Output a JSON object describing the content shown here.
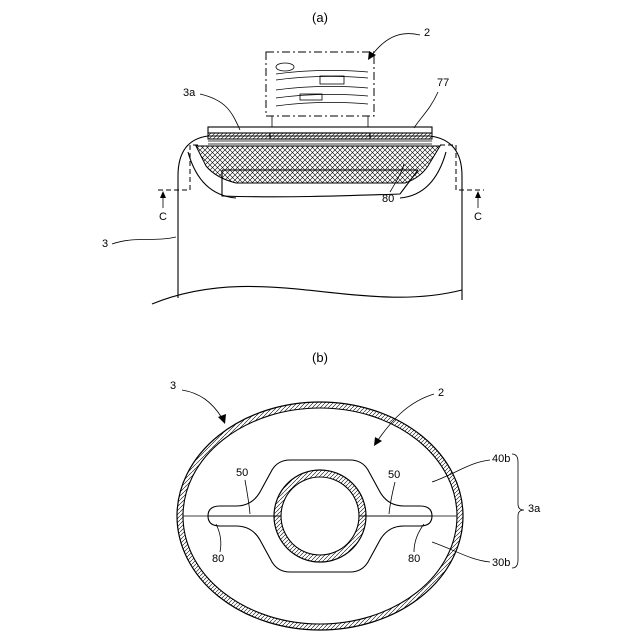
{
  "figure_a": {
    "caption": "(a)",
    "labels": {
      "cap": "2",
      "spout_flange": "3a",
      "sheet": "77",
      "seal": "80",
      "bag": "3",
      "section_left": "C",
      "section_right": "C"
    }
  },
  "figure_b": {
    "caption": "(b)",
    "labels": {
      "bag": "3",
      "cap": "2",
      "upper_part": "40b",
      "lower_part": "30b",
      "flange_group": "3a",
      "rib_left": "50",
      "rib_right": "50",
      "seal_left": "80",
      "seal_right": "80"
    }
  }
}
